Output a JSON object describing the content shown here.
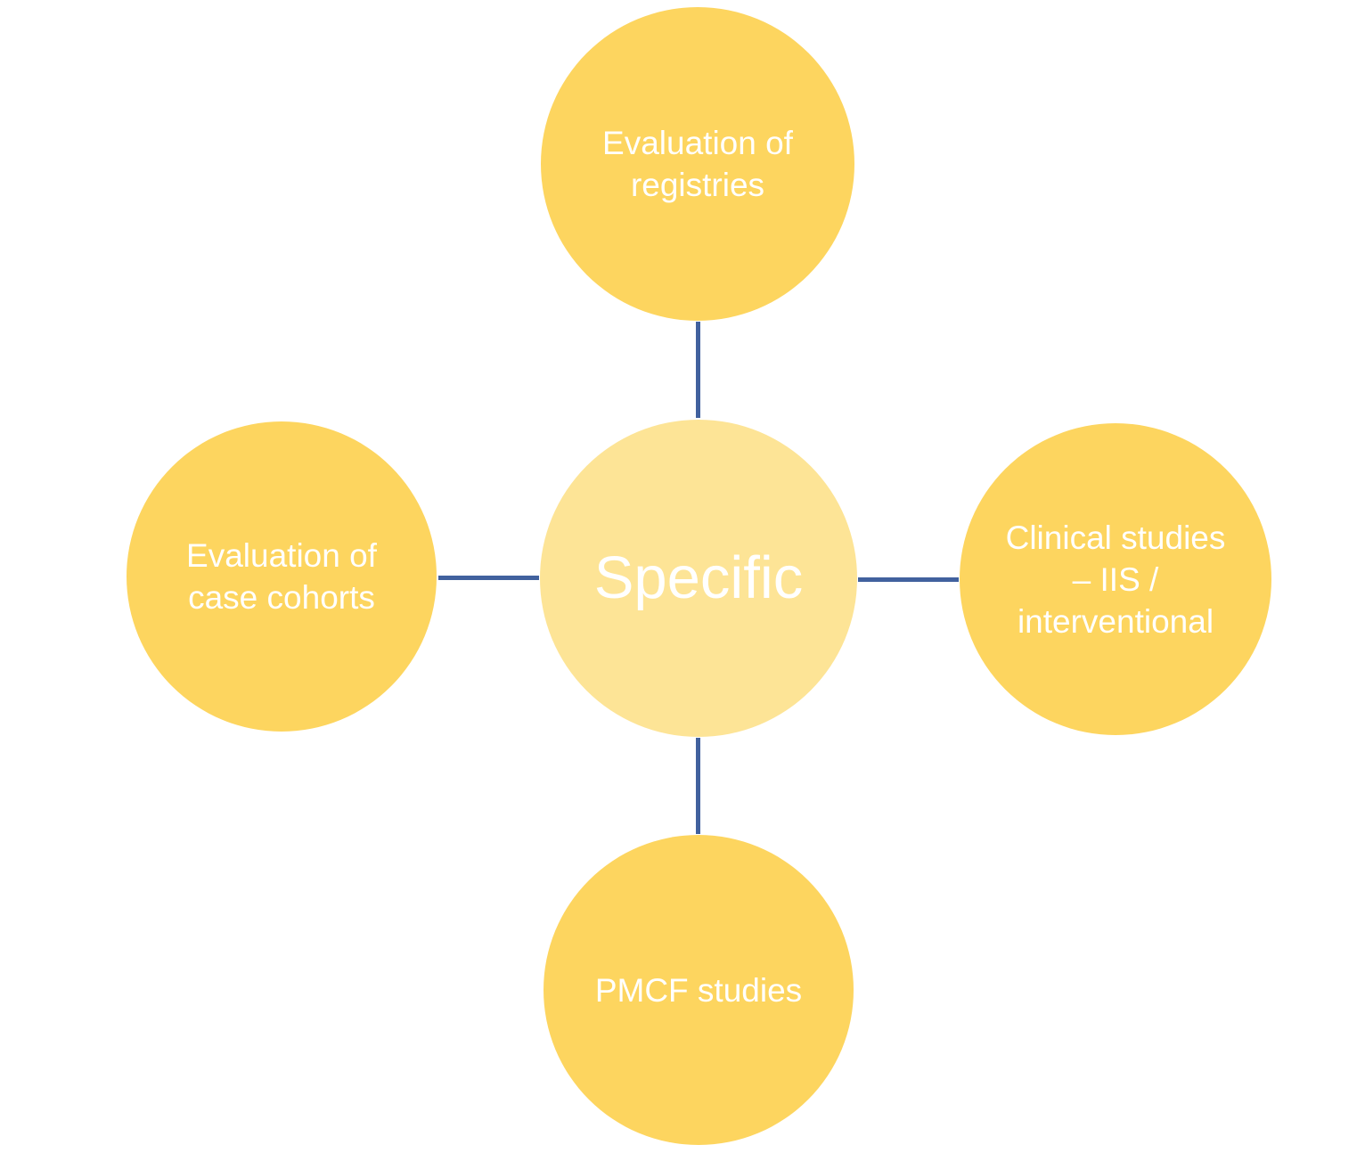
{
  "diagram": {
    "type": "radial-cycle",
    "center_node": {
      "label": "Specific"
    },
    "nodes": [
      {
        "position": "top",
        "label": "Evaluation of\nregistries"
      },
      {
        "position": "right",
        "label": "Clinical studies\n– IIS /\ninterventional"
      },
      {
        "position": "bottom",
        "label": "PMCF studies"
      },
      {
        "position": "left",
        "label": "Evaluation of\ncase cohorts"
      }
    ],
    "colors": {
      "satellite_fill": "#FDD55F",
      "center_fill": "#FDE496",
      "connector": "#41619E",
      "label_text": "#FFFFFF",
      "background": "#FFFFFF"
    }
  }
}
